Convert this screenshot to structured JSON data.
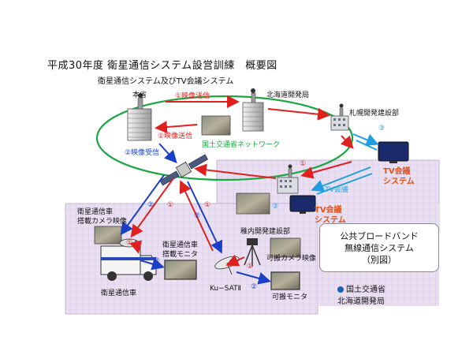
{
  "title": "平成30年度 衛星通信システム設営訓練　概要図",
  "subtitle": "衛星通信システム及びTV会議システム",
  "nodes": {
    "honsho": "本省",
    "hokkaido_bureau": "北海道開発局",
    "sapporo": "札幌開発建設部",
    "inai": "稚内開発建設部",
    "vehicle": "衛星通信車",
    "vehicle_camera": "衛星通信車\n搭載カメラ映像",
    "vehicle_monitor": "衛星通信車\n搭載モニタ",
    "portable_camera": "可搬カメラ映像",
    "portable_monitor": "可搬モニタ",
    "ku_sat": "Ku−SATⅡ"
  },
  "labels": {
    "video_send": "①映像送信",
    "video_send2": "①映像送信",
    "video_recv": "②映像受信",
    "network": "国土交通省ネットワーク",
    "tv_conf": "③TV会議",
    "tv_system1": "TV会議\nシステム",
    "tv_system2": "TV会議\nシステム"
  },
  "badges": {
    "one": "①",
    "two": "②",
    "three": "③"
  },
  "panel": {
    "line1": "公共ブロードバンド",
    "line2": "無線通信システム",
    "line3": "（別図）"
  },
  "logo": {
    "org1": "国土交通省",
    "org2": "北海道開発局"
  },
  "colors": {
    "red": "#e0201e",
    "blue": "#1a3fc9",
    "cyan": "#1f9fe0",
    "green": "#1aa640",
    "region": "#e6dcef",
    "tv_text": "#e0531a"
  }
}
